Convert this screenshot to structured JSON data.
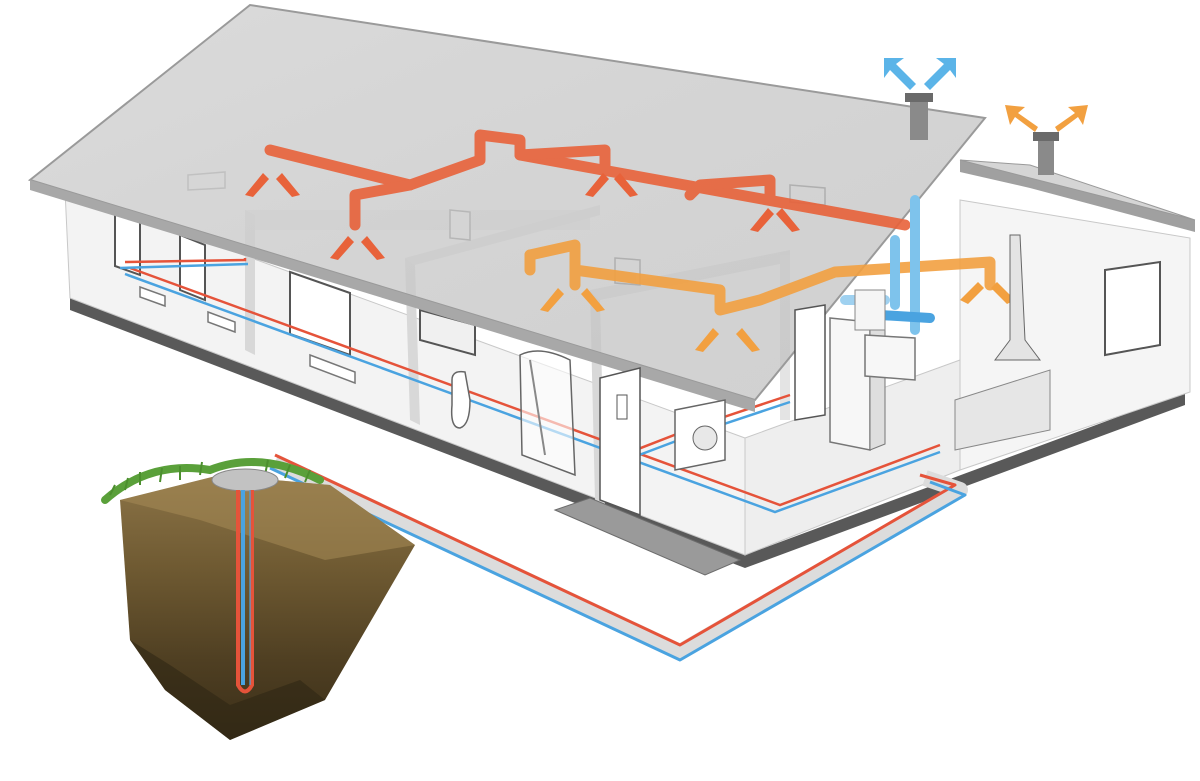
{
  "diagram": {
    "subject": "house-heating-ventilation-ground-source-heat-pump",
    "colors": {
      "hot_pipe": "#e5533a",
      "cold_pipe": "#4aa3e0",
      "supply_duct": "#f2a040",
      "exhaust_duct": "#e8623a",
      "outdoor_air": "#5bb4e8",
      "roof": "#d2d2d2",
      "wall": "#f2f2f2",
      "soil_dark": "#4a3a20",
      "soil_light": "#8c7447",
      "grass": "#5aa03a"
    },
    "components": [
      {
        "id": "borehole",
        "icon": "borehole-icon"
      },
      {
        "id": "heat-pump-unit",
        "icon": "heat-pump-icon"
      },
      {
        "id": "ventilation-unit",
        "icon": "ventilation-unit-icon"
      },
      {
        "id": "radiators",
        "icon": "radiator-icon"
      },
      {
        "id": "washing-machine",
        "icon": "washing-machine-icon"
      },
      {
        "id": "toilet",
        "icon": "toilet-icon"
      },
      {
        "id": "shower",
        "icon": "shower-icon"
      },
      {
        "id": "kitchen-hood",
        "icon": "kitchen-hood-icon"
      }
    ]
  }
}
